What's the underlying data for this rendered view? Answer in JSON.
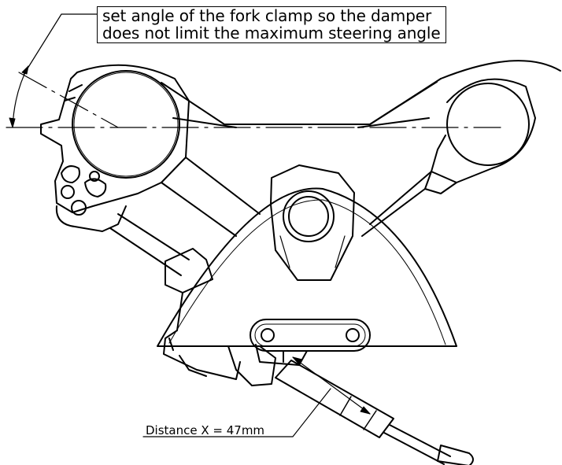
{
  "annotation": {
    "line1": "set angle of the fork clamp so the damper",
    "line2": "does not limit the maximum steering angle"
  },
  "dimension": {
    "label": "Distance X = 47mm"
  },
  "colors": {
    "ink": "#000000",
    "paper": "#ffffff"
  }
}
